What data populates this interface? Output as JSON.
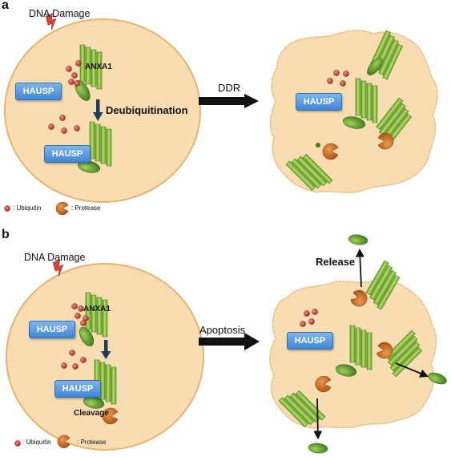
{
  "panel_a": {
    "letter": "a",
    "dna_damage": "DNA Damage",
    "anxa1": "ANXA1",
    "hausp": "HAUSP",
    "deubiquitination": "Deubiquitination",
    "ddr": "DDR",
    "legend_ubiquitin": ": Ubiquitin",
    "legend_protease": ": Protease"
  },
  "panel_b": {
    "letter": "b",
    "dna_damage": "DNA Damage",
    "anxa1": "ANXA1",
    "hausp": "HAUSP",
    "cleavage": "Cleavage",
    "apoptosis": "Apoptosis",
    "release": "Release",
    "legend_ubiquitin": ": Ubiquitin",
    "legend_protease": ": Protease"
  },
  "colors": {
    "cell_fill": "#f8dcb2",
    "cell_border": "#e7b36f",
    "ubiquitin": "#b8312c",
    "protease": "#c4621c",
    "annexin_green": "#8fc23c",
    "hausp_blue": "#4a8fdc",
    "lightning": "#d9443a"
  }
}
